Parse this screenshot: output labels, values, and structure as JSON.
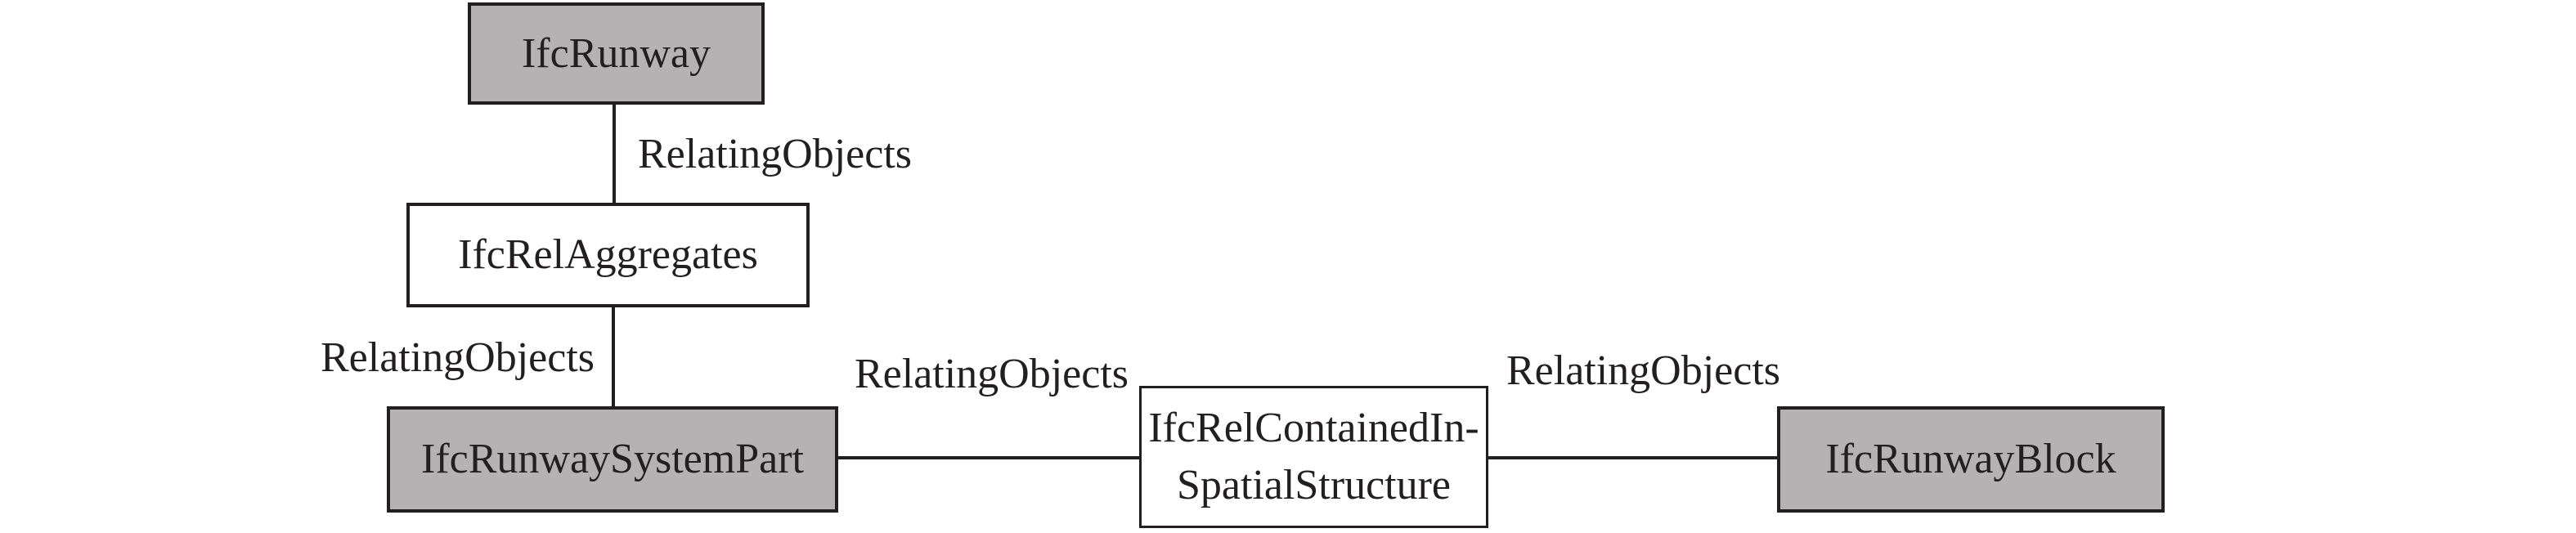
{
  "diagram": {
    "title_hint": "IFC runway spatial decomposition relationship diagram",
    "colors": {
      "background": "#ffffff",
      "entity_box_fill": "#b4b2b2",
      "relationship_box_fill": "#ffffff",
      "border": "#231f20",
      "text": "#231f20",
      "line": "#231f20"
    },
    "nodes": [
      {
        "id": "ifc-runway",
        "label": "IfcRunway",
        "fill": "gray"
      },
      {
        "id": "ifc-rel-aggregates",
        "label": "IfcRelAggregates",
        "fill": "white"
      },
      {
        "id": "ifc-runway-system-part",
        "label": "IfcRunwaySystemPart",
        "fill": "gray"
      },
      {
        "id": "ifc-rel-contained-in-spatial-structure",
        "label": "IfcRelContainedIn-SpatialStructure",
        "label_line1": "IfcRelContainedIn-",
        "label_line2": "SpatialStructure",
        "fill": "white"
      },
      {
        "id": "ifc-runway-block",
        "label": "IfcRunwayBlock",
        "fill": "gray"
      }
    ],
    "edges": [
      {
        "from": "IfcRunway",
        "to": "IfcRelAggregates",
        "label": "RelatingObjects",
        "orientation": "vertical"
      },
      {
        "from": "IfcRelAggregates",
        "to": "IfcRunwaySystemPart",
        "label": "RelatingObjects",
        "orientation": "vertical"
      },
      {
        "from": "IfcRunwaySystemPart",
        "to": "IfcRelContainedIn-SpatialStructure",
        "label": "RelatingObjects",
        "orientation": "horizontal"
      },
      {
        "from": "IfcRelContainedIn-SpatialStructure",
        "to": "IfcRunwayBlock",
        "label": "RelatingObjects",
        "orientation": "horizontal"
      }
    ]
  }
}
